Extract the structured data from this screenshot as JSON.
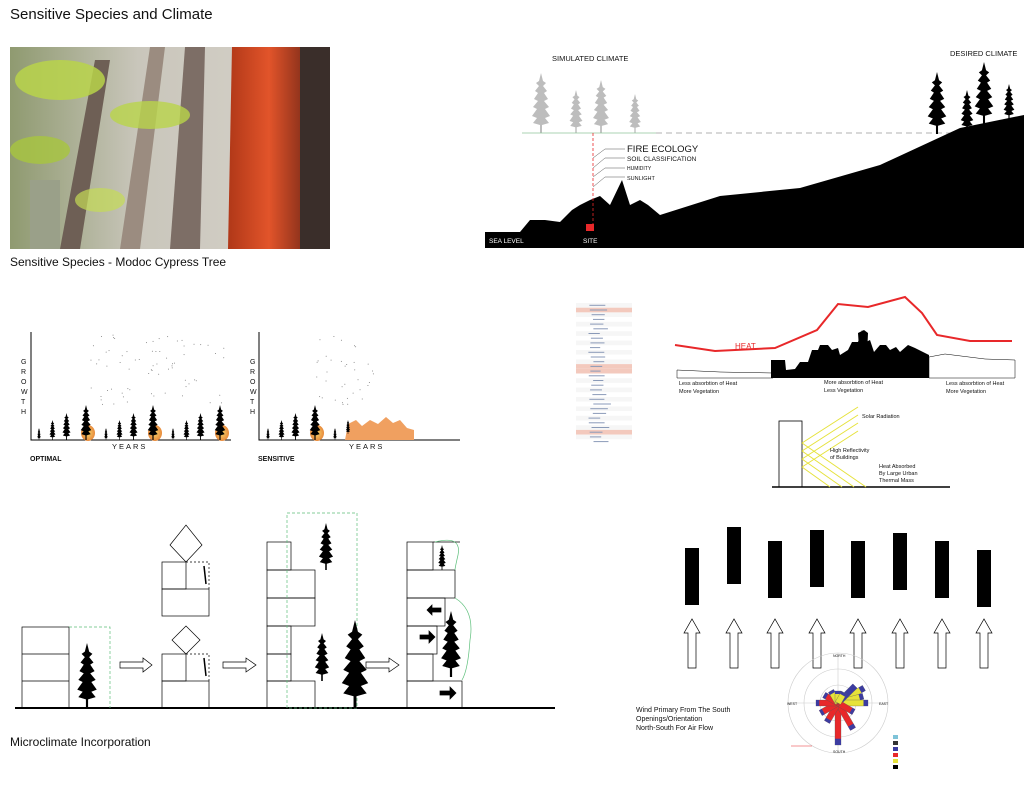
{
  "title": "Sensitive Species and Climate",
  "photo_caption": "Sensitive Species - Modoc Cypress Tree",
  "climate": {
    "simulated": "SIMULATED CLIMATE",
    "desired": "DESIRED CLIMATE",
    "factors": [
      "FIRE ECOLOGY",
      "SOIL CLASSIFICATION",
      "HUMIDITY",
      "SUNLIGHT"
    ],
    "sea_level": "SEA LEVEL",
    "site": "SITE"
  },
  "growth": {
    "y_letters": [
      "G",
      "R",
      "O",
      "W",
      "T",
      "H"
    ],
    "x_label": "YEARS",
    "optimal": "OPTIMAL",
    "sensitive": "SENSITIVE"
  },
  "heat": {
    "label": "HEAT",
    "left": [
      "Less absorbtion of Heat",
      "More Vegetation"
    ],
    "center": [
      "More absorbtion of Heat",
      "Less Vegetation"
    ],
    "right": [
      "Less absorbtion of Heat",
      "More Vegetation"
    ]
  },
  "solar": {
    "radiation": "Solar Radiation",
    "reflectivity": [
      "High Reflectivity",
      "of Buildings"
    ],
    "absorbed": [
      "Heat Absorbed",
      "By Large Urban",
      "Thermal  Mass"
    ]
  },
  "microclimate_caption": "Microclimate Incorporation",
  "wind": {
    "note": [
      "Wind Primary From The South",
      "Openings/Orientation",
      "North-South For Air Flow"
    ],
    "directions": [
      "NORTH",
      "SOUTH",
      "EAST",
      "WEST"
    ]
  },
  "colors": {
    "heat_line": "#e8282a",
    "site": "#e8282a",
    "solar": "#e6e23a",
    "green_dash": "#5cbf7a"
  }
}
